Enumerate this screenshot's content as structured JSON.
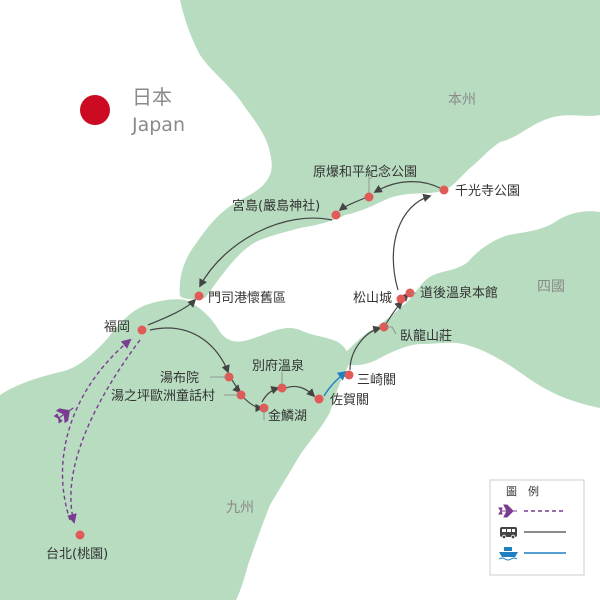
{
  "title": {
    "chinese": "日本",
    "english": "Japan"
  },
  "colors": {
    "land": "#b7dcbf",
    "sea": "#ffffff",
    "stop": "#e05a57",
    "flag_red": "#cc0a22",
    "flight": "#7a3c91",
    "road": "#444444",
    "ferry": "#1f7fc0"
  },
  "regions": {
    "honshu": "本州",
    "shikoku": "四國",
    "kyushu": "九州"
  },
  "places": {
    "taipei": "台北(桃園)",
    "fukuoka": "福岡",
    "mojiko": "門司港懷舊區",
    "miyajima": "宮島(嚴島神社)",
    "peace_park": "原爆和平紀念公園",
    "senkoji": "千光寺公園",
    "matsuyama_castle": "松山城",
    "dogo_onsen": "道後溫泉本館",
    "garyu_sanso": "臥龍山莊",
    "misakiseki": "三崎關",
    "sagaseki": "佐賀關",
    "beppu": "別府溫泉",
    "yufuin": "湯布院",
    "yunotsubo": "湯之坪歐洲童話村",
    "kinrinko": "金鱗湖"
  },
  "legend": {
    "title": "圖　例",
    "items": [
      {
        "icon": "airplane-icon",
        "line": "dashed",
        "color_key": "flight"
      },
      {
        "icon": "bus-icon",
        "line": "solid",
        "color_key": "road"
      },
      {
        "icon": "ferry-icon",
        "line": "solid",
        "color_key": "ferry"
      }
    ]
  }
}
